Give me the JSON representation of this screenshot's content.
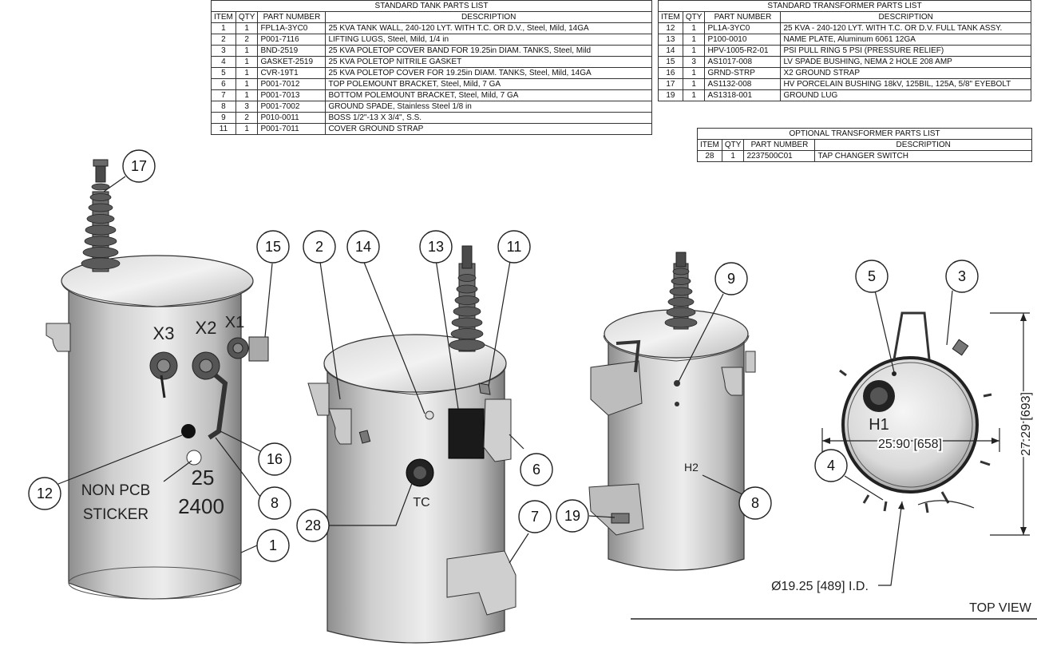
{
  "tank_table": {
    "title": "STANDARD TANK PARTS LIST",
    "headers": [
      "ITEM",
      "QTY",
      "PART NUMBER",
      "DESCRIPTION"
    ],
    "rows": [
      [
        "1",
        "1",
        "FPL1A-3YC0",
        "25 KVA TANK WALL, 240-120 LYT. WITH T.C. OR D.V., Steel, Mild, 14GA"
      ],
      [
        "2",
        "2",
        "P001-7116",
        "LIFTING LUGS, Steel, Mild, 1/4 in"
      ],
      [
        "3",
        "1",
        "BND-2519",
        "25 KVA POLETOP COVER BAND FOR 19.25in DIAM. TANKS, Steel, Mild"
      ],
      [
        "4",
        "1",
        "GASKET-2519",
        "25 KVA POLETOP NITRILE GASKET"
      ],
      [
        "5",
        "1",
        "CVR-19T1",
        "25 KVA POLETOP COVER FOR 19.25in DIAM. TANKS, Steel, Mild, 14GA"
      ],
      [
        "6",
        "1",
        "P001-7012",
        "TOP POLEMOUNT BRACKET, Steel, Mild, 7 GA"
      ],
      [
        "7",
        "1",
        "P001-7013",
        "BOTTOM POLEMOUNT BRACKET, Steel, Mild, 7 GA"
      ],
      [
        "8",
        "3",
        "P001-7002",
        "GROUND SPADE, Stainless Steel 1/8 in"
      ],
      [
        "9",
        "2",
        "P010-0011",
        "BOSS 1/2\"-13 X 3/4\", S.S."
      ],
      [
        "11",
        "1",
        "P001-7011",
        "COVER GROUND STRAP"
      ]
    ]
  },
  "xfmr_table": {
    "title": "STANDARD TRANSFORMER PARTS LIST",
    "headers": [
      "ITEM",
      "QTY",
      "PART NUMBER",
      "DESCRIPTION"
    ],
    "rows": [
      [
        "12",
        "1",
        "PL1A-3YC0",
        "25 KVA - 240-120 LYT. WITH T.C. OR D.V. FULL TANK ASSY."
      ],
      [
        "13",
        "1",
        "P100-0010",
        "NAME PLATE, Aluminum 6061 12GA"
      ],
      [
        "14",
        "1",
        "HPV-1005-R2-01",
        "PSI PULL RING 5 PSI (PRESSURE RELIEF)"
      ],
      [
        "15",
        "3",
        "AS1017-008",
        "LV SPADE BUSHING, NEMA 2 HOLE 208 AMP"
      ],
      [
        "16",
        "1",
        "GRND-STRP",
        "X2 GROUND STRAP"
      ],
      [
        "17",
        "1",
        "AS1132-008",
        "HV PORCELAIN BUSHING 18kV, 125BIL, 125A, 5/8\" EYEBOLT"
      ],
      [
        "19",
        "1",
        "AS1318-001",
        "GROUND LUG"
      ]
    ]
  },
  "optional_table": {
    "title": "OPTIONAL TRANSFORMER PARTS LIST",
    "headers": [
      "ITEM",
      "QTY",
      "PART NUMBER",
      "DESCRIPTION"
    ],
    "rows": [
      [
        "28",
        "1",
        "2237500C01",
        "TAP CHANGER SWITCH"
      ]
    ]
  },
  "tank_markings": {
    "x3": "X3",
    "x2": "X2",
    "x1": "X1",
    "kva": "25",
    "voltage": "2400",
    "tc": "TC",
    "h1": "H1",
    "h2": "H2"
  },
  "labels": {
    "non_pcb": "NON PCB",
    "sticker": "STICKER",
    "width_dim": "25.90 [658]",
    "height_dim": "27.29 [693]",
    "diameter_dim": "Ø19.25 [489] I.D.",
    "top_view": "TOP VIEW"
  },
  "callouts": [
    "17",
    "15",
    "12",
    "16",
    "8",
    "1",
    "2",
    "14",
    "13",
    "11",
    "6",
    "7",
    "28",
    "9",
    "19",
    "8",
    "5",
    "3",
    "4"
  ],
  "colors": {
    "tank_light": "#e4e4e4",
    "tank_dark": "#8a8a8a",
    "bushing": "#4a4a4a",
    "line": "#222222"
  }
}
